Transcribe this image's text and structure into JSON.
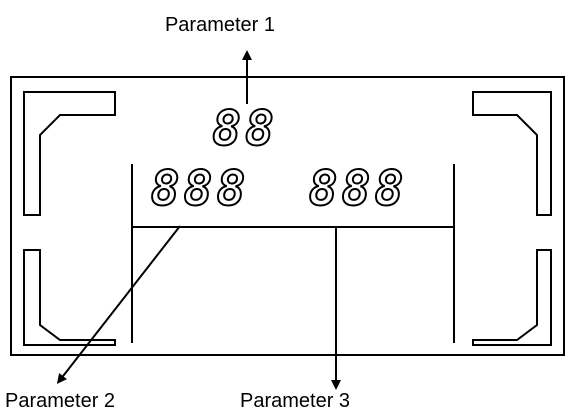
{
  "labels": {
    "param1": "Parameter 1",
    "param2": "Parameter 2",
    "param3": "Parameter 3"
  },
  "displays": {
    "top": "88",
    "left": "888",
    "right": "888"
  },
  "colors": {
    "ink": "#000000",
    "background": "#ffffff"
  }
}
